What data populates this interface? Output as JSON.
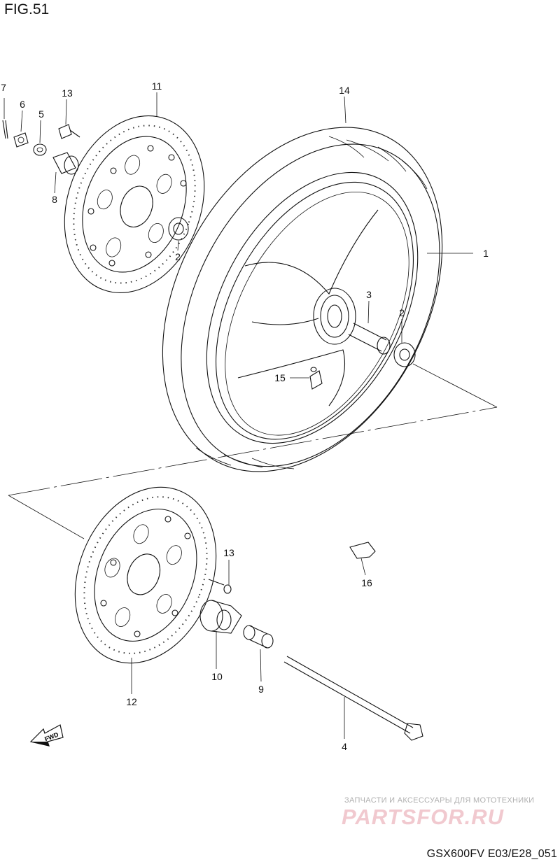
{
  "figure": {
    "title": "FIG.51",
    "code": "GSX600FV E03/E28_051"
  },
  "fwd_label": "FWD",
  "watermark": {
    "subtitle": "ЗАПЧАСТИ И АКСЕССУАРЫ ДЛЯ МОТОТЕХНИКИ",
    "logo": "PARTSFOR.RU"
  },
  "callouts": [
    {
      "id": "7",
      "label": "7"
    },
    {
      "id": "6",
      "label": "6"
    },
    {
      "id": "5",
      "label": "5"
    },
    {
      "id": "13a",
      "label": "13"
    },
    {
      "id": "8",
      "label": "8"
    },
    {
      "id": "11",
      "label": "11"
    },
    {
      "id": "2a",
      "label": "2"
    },
    {
      "id": "14",
      "label": "14"
    },
    {
      "id": "1",
      "label": "1"
    },
    {
      "id": "3",
      "label": "3"
    },
    {
      "id": "2b",
      "label": "2"
    },
    {
      "id": "15",
      "label": "15"
    },
    {
      "id": "13b",
      "label": "13"
    },
    {
      "id": "16",
      "label": "16"
    },
    {
      "id": "10",
      "label": "10"
    },
    {
      "id": "9",
      "label": "9"
    },
    {
      "id": "12",
      "label": "12"
    },
    {
      "id": "4",
      "label": "4"
    }
  ]
}
